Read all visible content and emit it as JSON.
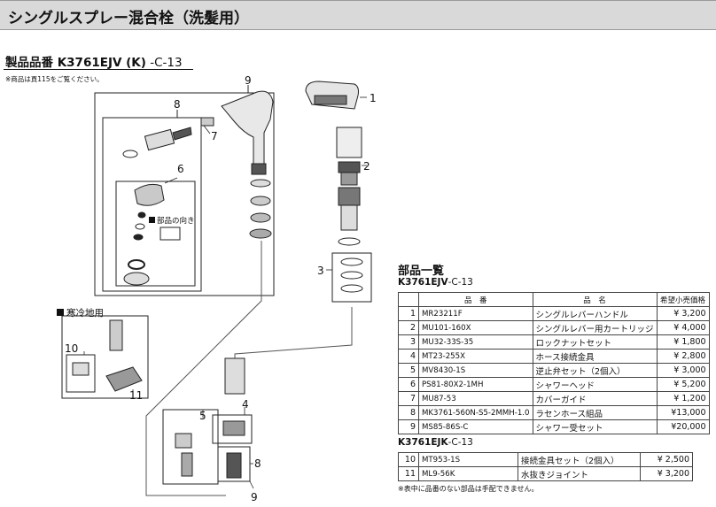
{
  "header": {
    "title": "シングルスプレー混合栓（洗髪用）"
  },
  "model": {
    "prefix": "製品品番 K3761EJV (K)",
    "suffix": " -C-13",
    "note": "※商品は頁115をご覧ください。"
  },
  "diagram": {
    "callouts": [
      "1",
      "2",
      "3",
      "4",
      "5",
      "6",
      "7",
      "8",
      "9",
      "10",
      "11",
      "8",
      "9"
    ],
    "orientation_label": "部品の向き",
    "cold_region_label": "寒冷地用"
  },
  "parts_list": {
    "heading": "部品一覧",
    "group1_model": "K3761EJV",
    "group1_suffix": "-C-13",
    "columns": [
      "品　番",
      "品　名",
      "希望小売価格"
    ],
    "rows": [
      {
        "no": "1",
        "code": "MR23211F",
        "name": "シングルレバーハンドル",
        "price": "¥  3,200"
      },
      {
        "no": "2",
        "code": "MU101-160X",
        "name": "シングルレバー用カートリッジ",
        "price": "¥  4,000"
      },
      {
        "no": "3",
        "code": "MU32-33S-35",
        "name": "ロックナットセット",
        "price": "¥  1,800"
      },
      {
        "no": "4",
        "code": "MT23-255X",
        "name": "ホース接続金具",
        "price": "¥  2,800"
      },
      {
        "no": "5",
        "code": "MV8430-1S",
        "name": "逆止弁セット（2個入）",
        "price": "¥  3,000"
      },
      {
        "no": "6",
        "code": "PS81-80X2-1MH",
        "name": "シャワーヘッド",
        "price": "¥  5,200"
      },
      {
        "no": "7",
        "code": "MU87-53",
        "name": "カバーガイド",
        "price": "¥  1,200"
      },
      {
        "no": "8",
        "code": "MK3761-560N-S5-2MMH-1.0",
        "name": "ラセンホース組品",
        "price": "¥13,000"
      },
      {
        "no": "9",
        "code": "MS85-86S-C",
        "name": "シャワー受セット",
        "price": "¥20,000"
      }
    ],
    "group2_model": "K3761EJK",
    "group2_suffix": "-C-13",
    "rows2": [
      {
        "no": "10",
        "code": "MT953-1S",
        "name": "接続金具セット（2個入）",
        "price": "¥  2,500"
      },
      {
        "no": "11",
        "code": "ML9-56K",
        "name": "水抜きジョイント",
        "price": "¥  3,200"
      }
    ],
    "footnote": "※表中に品番のない部品は手配できません。"
  }
}
